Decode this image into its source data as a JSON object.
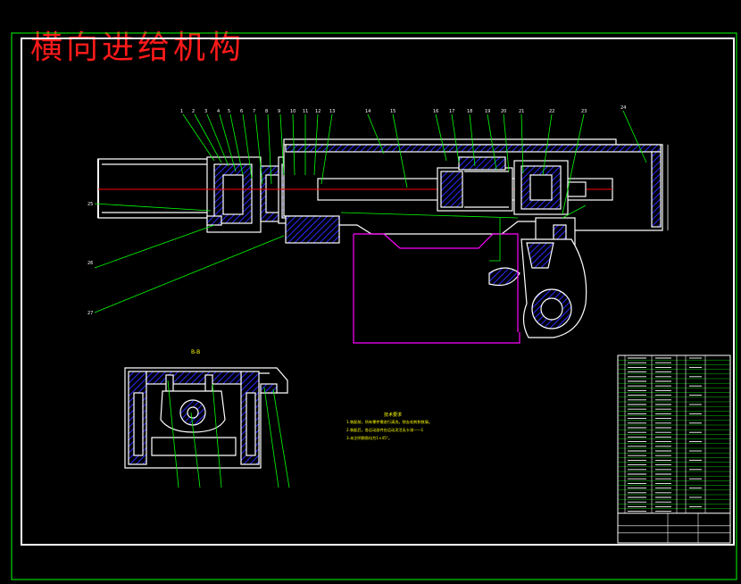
{
  "drawing": {
    "title": "横向进给机构",
    "section_label": "B-B",
    "notes_heading": "技术要求",
    "notes": [
      "1.装配前，所有零件需进行清洗，除去毛刺和铁屑。",
      "2.装配后，各运动部件应运动灵活无卡滞——1",
      "3.未注明倒角均为1×45°。"
    ]
  },
  "colors": {
    "background": "#000000",
    "frame": "#ffffff",
    "title": "#ff1a1a",
    "geometry": "#ffffff",
    "leaders": "#00ff00",
    "hatch": "#0000ff",
    "centerline": "#ff0000",
    "casting": "#ff00ff",
    "notes": "#ffff00"
  }
}
